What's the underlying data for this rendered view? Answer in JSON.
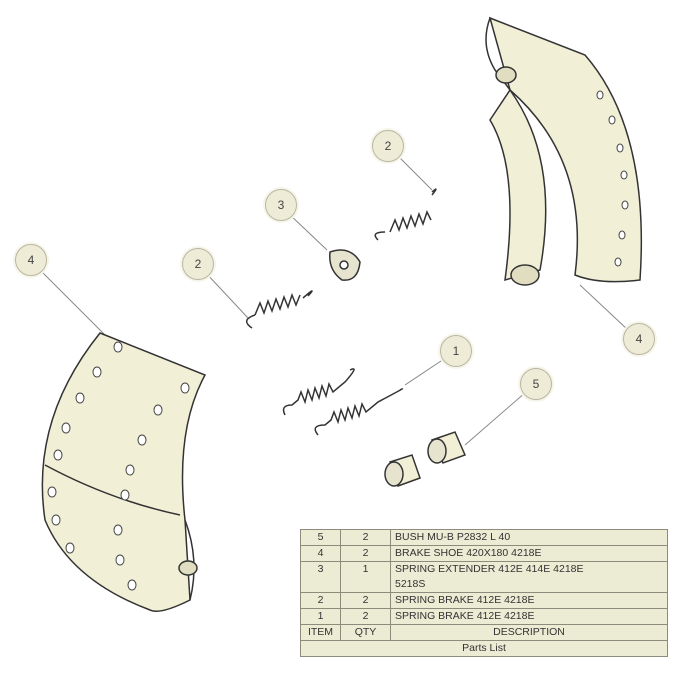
{
  "callouts": [
    {
      "id": "b4l",
      "label": "4"
    },
    {
      "id": "b2l",
      "label": "2"
    },
    {
      "id": "b3",
      "label": "3"
    },
    {
      "id": "b2r",
      "label": "2"
    },
    {
      "id": "b1",
      "label": "1"
    },
    {
      "id": "b5",
      "label": "5"
    },
    {
      "id": "b4r",
      "label": "4"
    }
  ],
  "parts_list": {
    "title": "Parts List",
    "headers": {
      "item": "ITEM",
      "qty": "QTY",
      "description": "DESCRIPTION"
    },
    "rows": [
      {
        "item": "5",
        "qty": "2",
        "description": "BUSH MU-B P2832 L 40"
      },
      {
        "item": "4",
        "qty": "2",
        "description": "BRAKE SHOE 420X180 4218E"
      },
      {
        "item": "3",
        "qty": "1",
        "description": "SPRING EXTENDER 412E 414E 4218E",
        "description2": "5218S"
      },
      {
        "item": "2",
        "qty": "2",
        "description": "SPRING BRAKE 412E 4218E"
      },
      {
        "item": "1",
        "qty": "2",
        "description": "SPRING BRAKE 412E 4218E"
      }
    ]
  },
  "colors": {
    "part_fill": "#f1efd6",
    "outline": "#333333",
    "balloon": "#eeecd6"
  }
}
